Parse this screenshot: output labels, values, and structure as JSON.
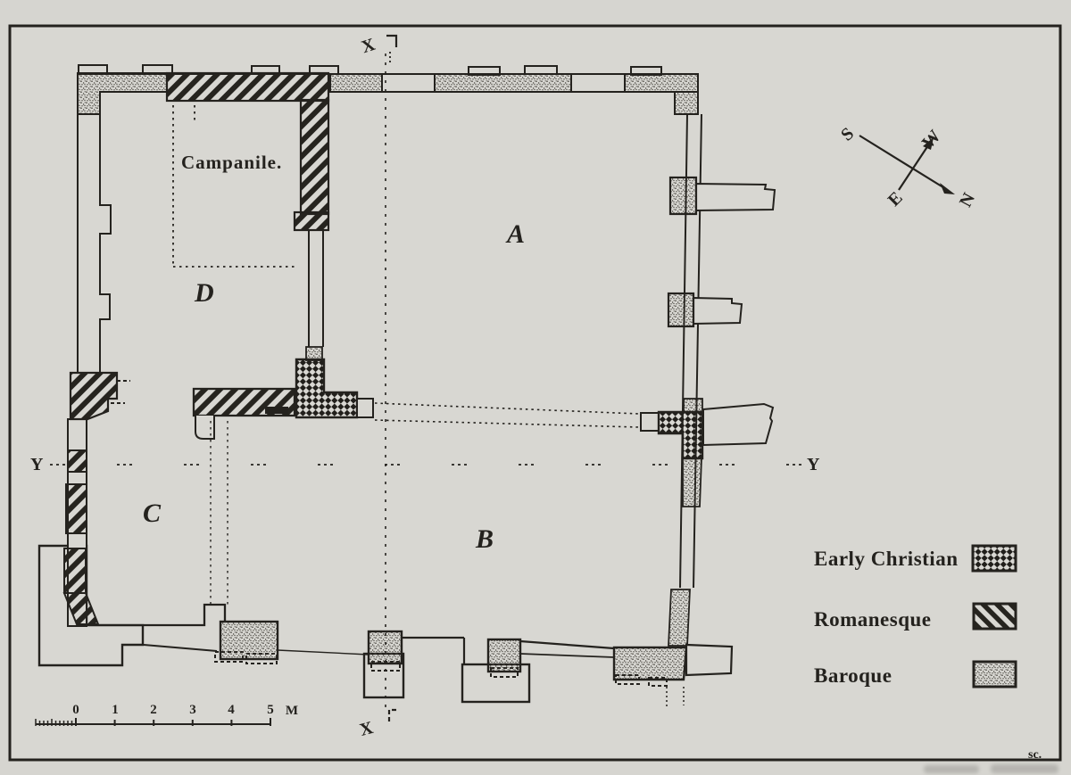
{
  "figure": {
    "description": "Scanned book figure: phased floor plan of a church with campanile",
    "campanile_label": "Campanile.",
    "area_labels": {
      "a": "A",
      "b": "B",
      "c": "C",
      "d": "D"
    },
    "section_markers": {
      "x_top": "X",
      "x_bottom": "X",
      "y_left": "Y",
      "y_right": "Y"
    },
    "signature": "sc."
  },
  "compass": {
    "s": "S",
    "w": "W",
    "e": "E",
    "n": "N"
  },
  "scalebar": {
    "labels": [
      "0",
      "1",
      "2",
      "3",
      "4",
      "5"
    ],
    "unit": "M"
  },
  "legend": {
    "items": [
      {
        "label": "Early Christian",
        "pattern": "diagonal-checker"
      },
      {
        "label": "Romanesque",
        "pattern": "diagonal-hatch"
      },
      {
        "label": "Baroque",
        "pattern": "stipple"
      }
    ]
  },
  "colors": {
    "paper": "#d7d6d1",
    "ink": "#24221e"
  }
}
